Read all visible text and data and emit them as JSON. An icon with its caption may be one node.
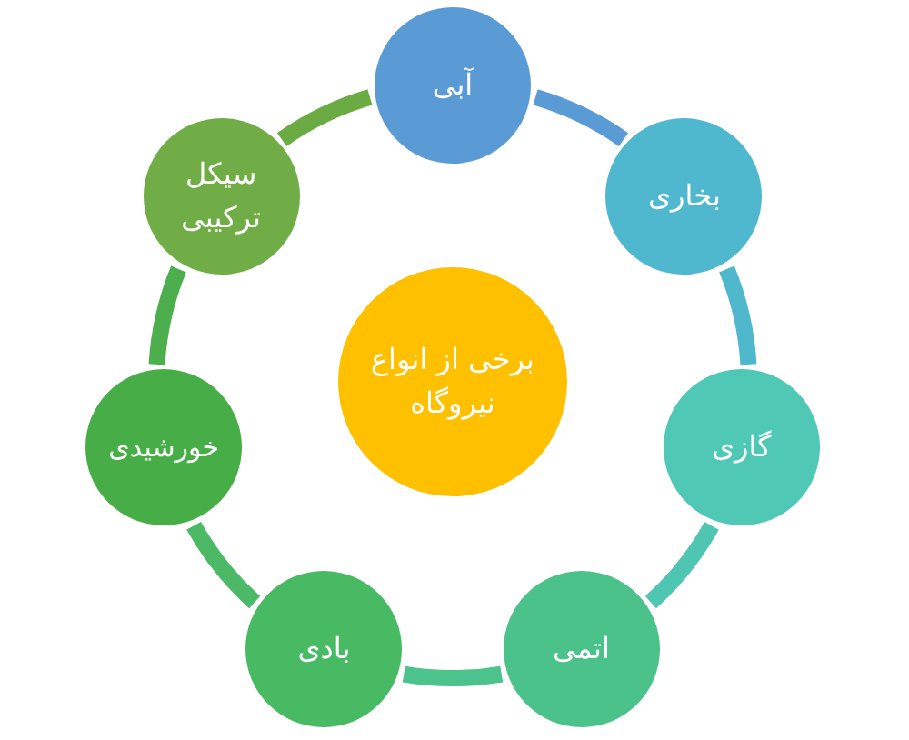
{
  "diagram": {
    "nodes": [
      {
        "text": [
          "برخی از انواع نیروگاه"
        ]
      },
      {
        "text": [
          "آبی"
        ]
      },
      {
        "text": [
          "بخاری"
        ]
      },
      {
        "text": [
          "گازی"
        ]
      },
      {
        "text": [
          "اتمی"
        ]
      },
      {
        "text": [
          "بادی"
        ]
      },
      {
        "text": [
          "خورشیدی"
        ]
      },
      {
        "text": [
          "سیکل ترکیبی"
        ]
      }
    ],
    "edges": [
      {
        "from": 1,
        "to": 2,
        "arrow": "none",
        "color": "#5b9bd5"
      },
      {
        "from": 2,
        "to": 3,
        "arrow": "none",
        "color": "#4fb8cc"
      },
      {
        "from": 3,
        "to": 4,
        "arrow": "none",
        "color": "#4ec6b2"
      },
      {
        "from": 4,
        "to": 5,
        "arrow": "none",
        "color": "#4cc28c"
      },
      {
        "from": 5,
        "to": 6,
        "arrow": "none",
        "color": "#4bb966"
      },
      {
        "from": 6,
        "to": 7,
        "arrow": "none",
        "color": "#4cae4c"
      },
      {
        "from": 7,
        "to": 1,
        "arrow": "none",
        "color": "#6aab44"
      }
    ]
  }
}
